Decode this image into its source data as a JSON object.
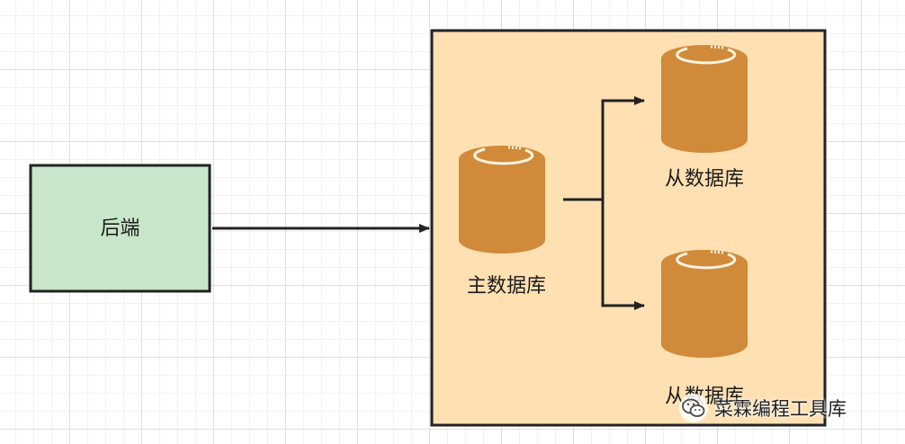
{
  "nodes": {
    "backend": {
      "label": "后端"
    },
    "master_db": {
      "label": "主数据库"
    },
    "slave_db_1": {
      "label": "从数据库"
    },
    "slave_db_2": {
      "label": "从数据库"
    }
  },
  "edges": [
    {
      "from": "backend",
      "to": "master_db"
    },
    {
      "from": "master_db",
      "to": "slave_db_1"
    },
    {
      "from": "master_db",
      "to": "slave_db_2"
    }
  ],
  "colors": {
    "backend_fill": "#c8e6c9",
    "container_fill": "#ffe0b2",
    "database_fill": "#d08a3a",
    "outline": "#222222"
  },
  "watermark": {
    "text": "菜霖编程工具库",
    "icon": "wechat-icon"
  }
}
